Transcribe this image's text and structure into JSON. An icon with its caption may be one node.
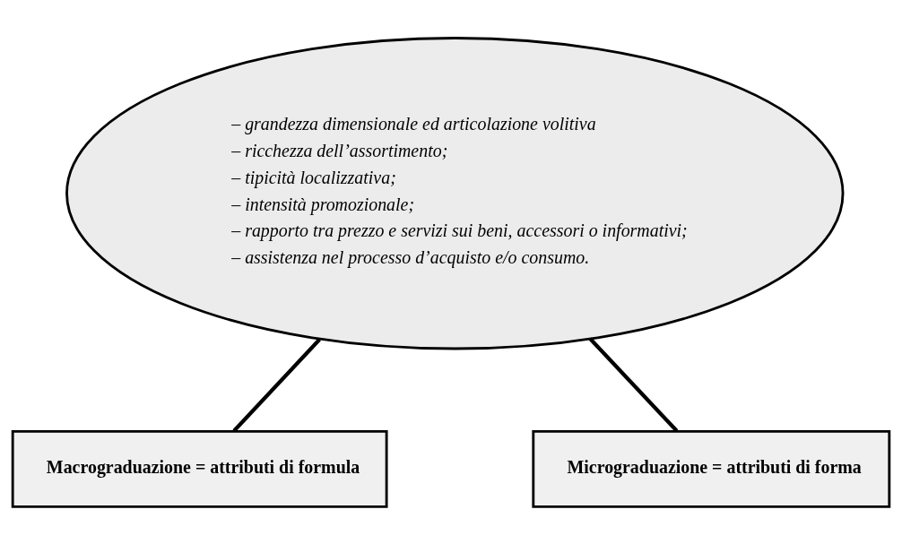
{
  "diagram": {
    "nodes": [
      {
        "text": [
          "– grandezza dimensionale ed articolazione volitiva",
          "– ricchezza dell’assortimento;",
          "– tipicità localizzativa;",
          "– intensità promozionale;",
          "– rapporto tra prezzo e servizi sui beni, accessori o informativi;",
          "– assistenza nel processo d’acquisto e/o consumo."
        ]
      },
      {
        "text": [
          "Macrograduazione = attributi di formula"
        ]
      },
      {
        "text": [
          "Micrograduazione = attributi di forma"
        ]
      }
    ],
    "edges": [
      {
        "from": 1,
        "to": 0,
        "arrow": "none"
      },
      {
        "from": 2,
        "to": 0,
        "arrow": "none"
      }
    ]
  }
}
